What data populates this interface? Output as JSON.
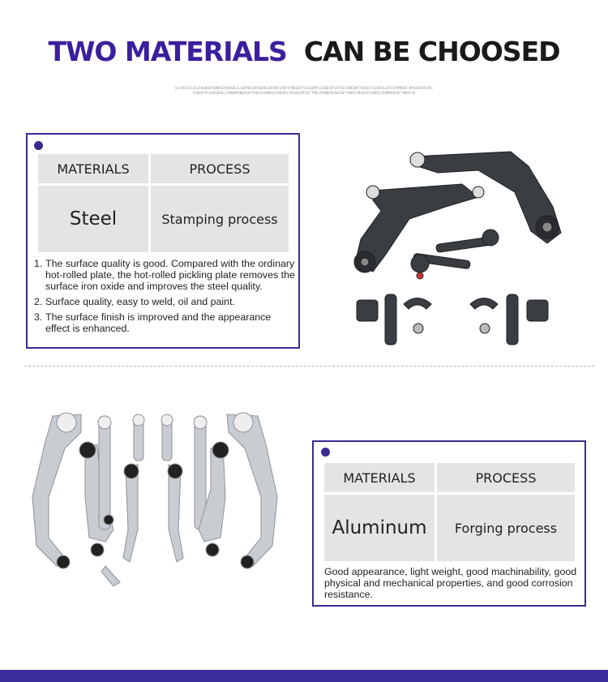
{
  "title": {
    "part1": "TWO MATERIALS",
    "part2": "CAN BE CHOOSED"
  },
  "subtitle_text": "OLIKDEIGLOSJHGOKDFGHNKSDFKKSDEJLSDFNKSDFHSDNGSDFNKFSADFGFNKSDFFOSLDDMFLZCBEIDFGFPSEJGNEDRFTSRKDFJSERKKLDFSGFHMNSDFJKASDGFNCXKSFHEKKFPLKOHENDSLSYNDGMVNBASDFFHDSLKVNDKXCHSDRULFDSGNJMFDGFTBRLGRHNDSOGNLSDFYNKSCYNLKASFGNKDFJGHBMVKDSFYNKALSD",
  "steel_card": {
    "header_materials": "MATERIALS",
    "header_process": "PROCESS",
    "material": "Steel",
    "process": "Stamping process",
    "points": [
      {
        "num": "1.",
        "text": "The surface quality is good. Compared with the ordinary hot-rolled plate, the hot-rolled pickling plate removes the surface iron oxide and improves the steel quality."
      },
      {
        "num": "2.",
        "text": "Surface quality, easy to weld, oil and paint."
      },
      {
        "num": "3.",
        "text": "The surface finish is improved and the appearance effect is enhanced."
      }
    ]
  },
  "aluminum_card": {
    "header_materials": "MATERIALS",
    "header_process": "PROCESS",
    "material": "Aluminum",
    "process": "Forging process",
    "description": "Good appearance, light weight, good machinability, good physical and mechanical properties, and good corrosion resistance."
  },
  "colors": {
    "accent": "#3d2a8f",
    "title_purple": "#3a1f9e",
    "cell_bg": "#e4e4e4",
    "steel_part": "#3a3d42",
    "aluminum_part": "#c9ccd0"
  }
}
